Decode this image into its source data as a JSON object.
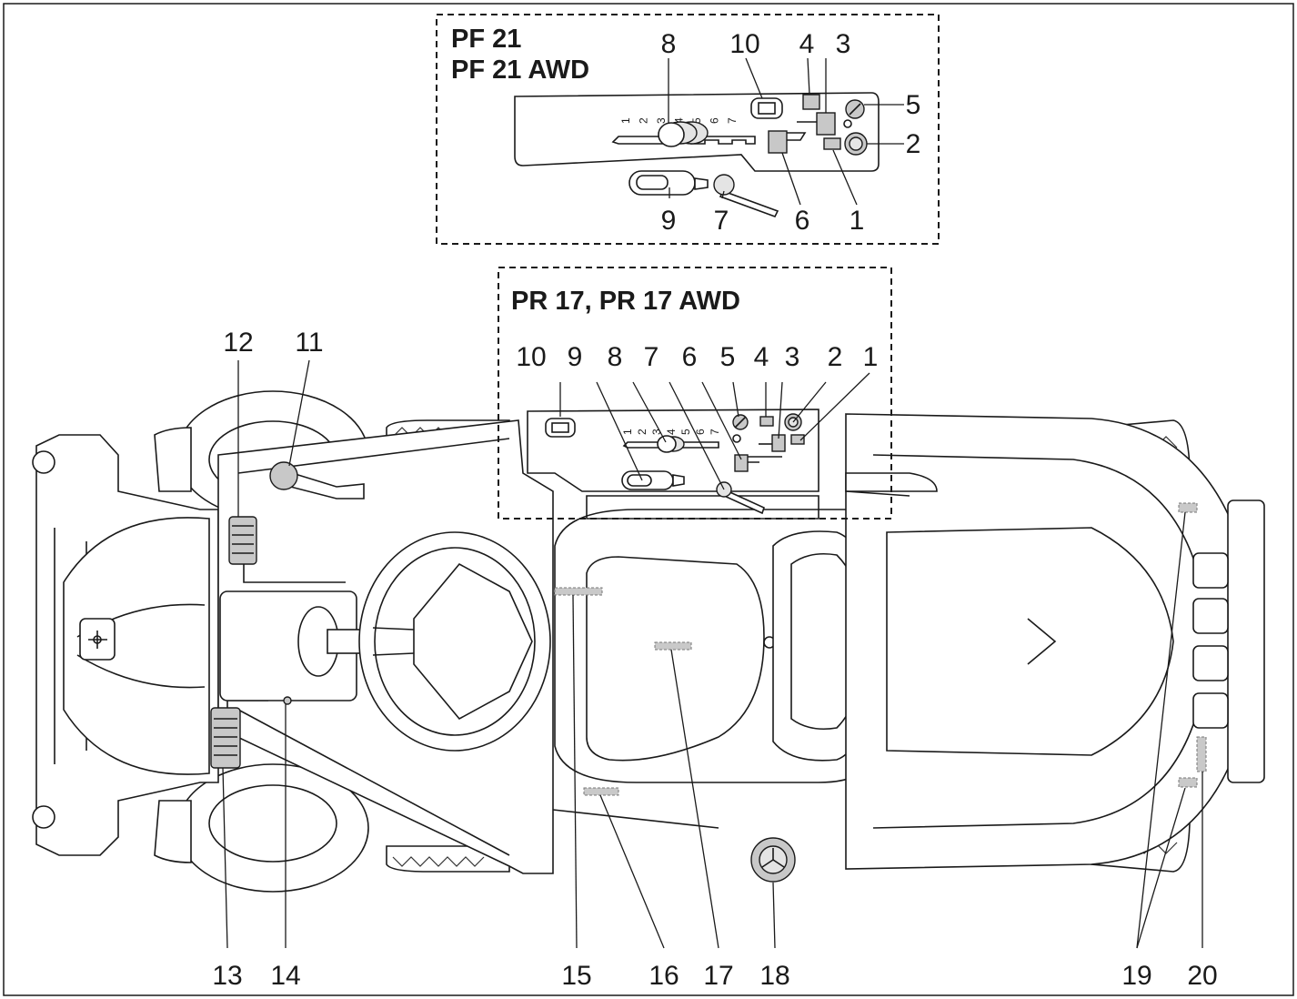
{
  "inset_pf": {
    "title_line1": "PF 21",
    "title_line2": "PF 21 AWD",
    "gear_marks": [
      "1",
      "2",
      "3",
      "4",
      "5",
      "6",
      "7"
    ],
    "callouts": [
      "8",
      "10",
      "4",
      "3",
      "5",
      "2",
      "9",
      "7",
      "6",
      "1"
    ]
  },
  "inset_pr": {
    "title": "PR 17, PR 17 AWD",
    "gear_marks": [
      "1",
      "2",
      "3",
      "4",
      "5",
      "6",
      "7"
    ],
    "callouts": [
      "10",
      "9",
      "8",
      "7",
      "6",
      "5",
      "4",
      "3",
      "2",
      "1"
    ]
  },
  "main_callouts": [
    "12",
    "11",
    "13",
    "14",
    "15",
    "16",
    "17",
    "18",
    "19",
    "20"
  ],
  "colors": {
    "line": "#1a1a1a",
    "fill_grey": "#c8c8c8",
    "label_plate": "#c9c9c9"
  }
}
